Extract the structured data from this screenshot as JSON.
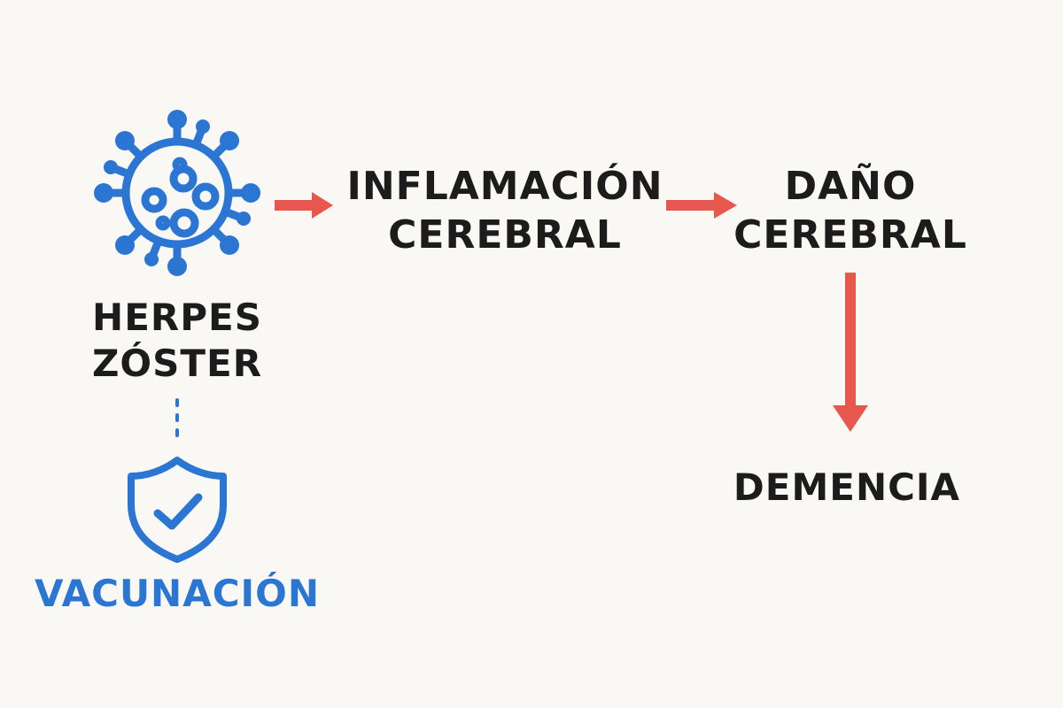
{
  "nodes": {
    "herpes": {
      "line1": "HERPES",
      "line2": "ZÓSTER"
    },
    "inflamacion": {
      "line1": "INFLAMACIÓN",
      "line2": "CEREBRAL"
    },
    "dano": {
      "line1": "DAÑO",
      "line2": "CEREBRAL"
    },
    "demencia": {
      "label": "DEMENCIA"
    },
    "vacunacion": {
      "label": "VACUNACIÓN"
    }
  },
  "icons": {
    "virus": "virus-icon",
    "shield": "shield-check-icon"
  },
  "colors": {
    "background": "#faf8f4",
    "text": "#1c1c1c",
    "arrow": "#e8574c",
    "accent_blue": "#2a76d2"
  }
}
